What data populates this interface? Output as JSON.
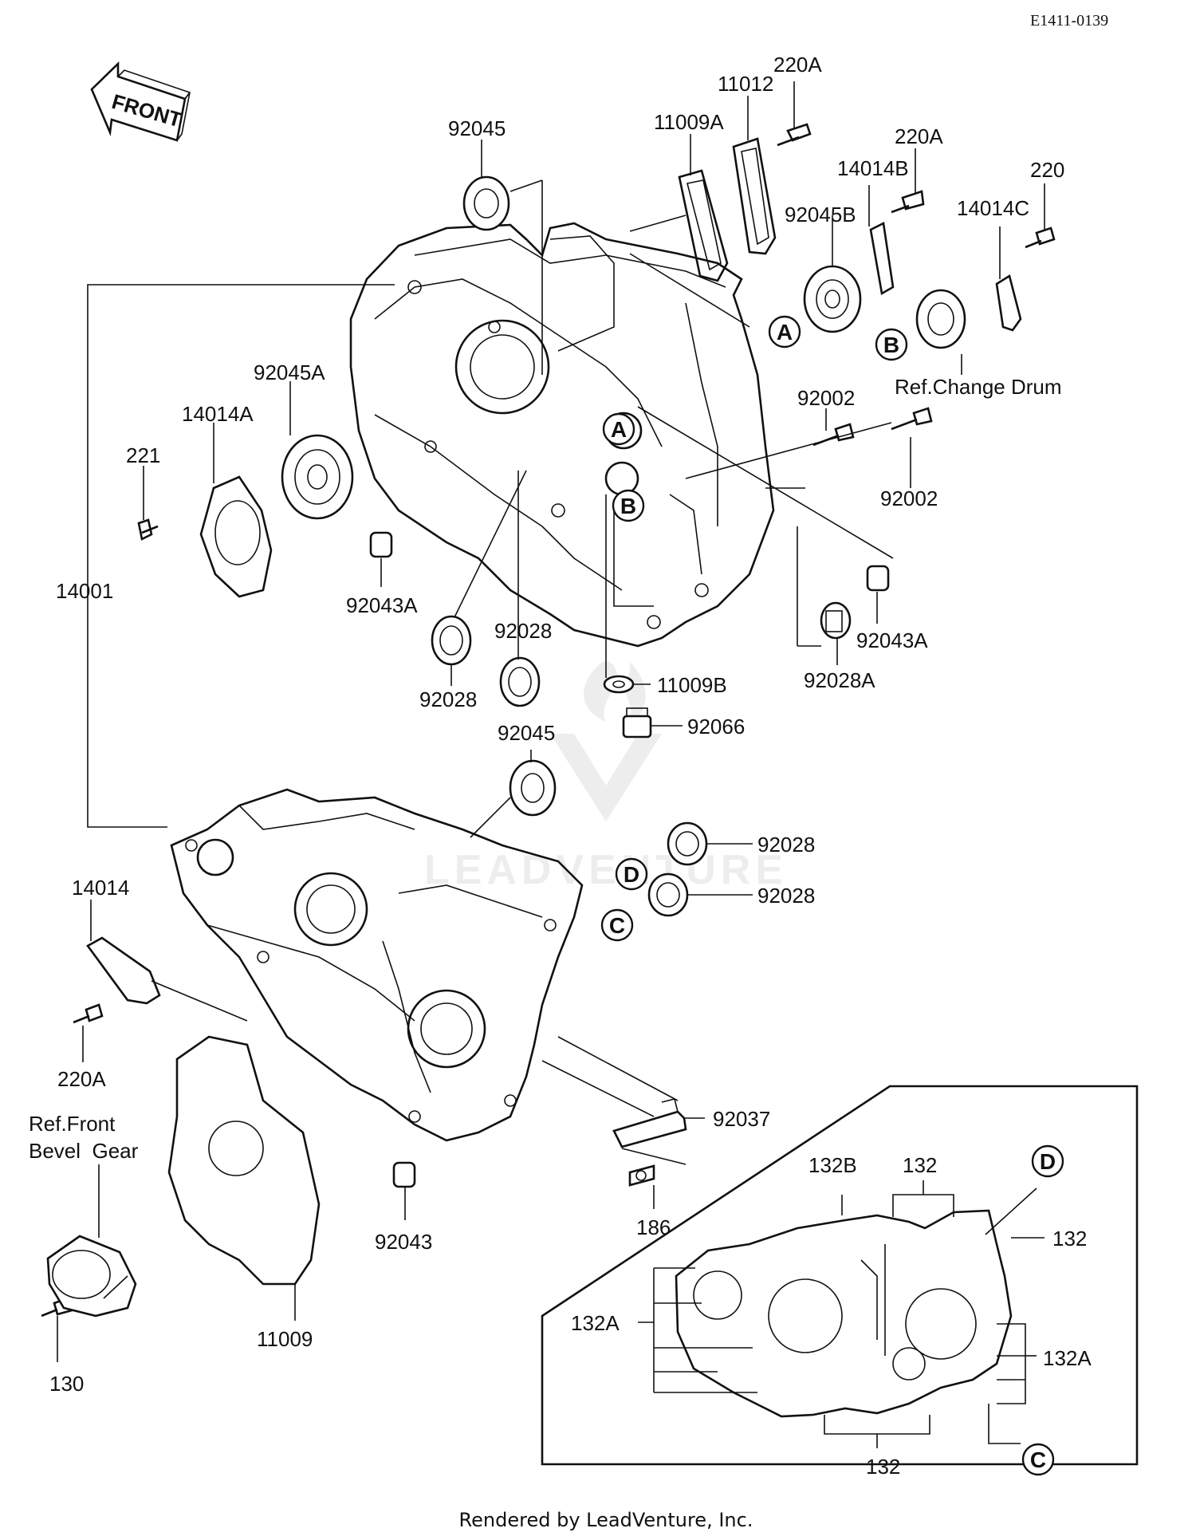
{
  "header": {
    "code": "E1411-0139"
  },
  "front_arrow": {
    "label": "FRONT"
  },
  "footer": {
    "text": "Rendered by LeadVenture, Inc."
  },
  "parts": [
    {
      "id": "p220A_top",
      "text": "220A"
    },
    {
      "id": "p11012",
      "text": "11012"
    },
    {
      "id": "p11009A",
      "text": "11009A"
    },
    {
      "id": "p92045_top",
      "text": "92045"
    },
    {
      "id": "p220A_mid",
      "text": "220A"
    },
    {
      "id": "p14014B",
      "text": "14014B"
    },
    {
      "id": "p220",
      "text": "220"
    },
    {
      "id": "p92045B",
      "text": "92045B"
    },
    {
      "id": "p14014C",
      "text": "14014C"
    },
    {
      "id": "p92045A",
      "text": "92045A"
    },
    {
      "id": "p14014A",
      "text": "14014A"
    },
    {
      "id": "p221",
      "text": "221"
    },
    {
      "id": "p92002_a",
      "text": "92002"
    },
    {
      "id": "p92002_b",
      "text": "92002"
    },
    {
      "id": "p14001",
      "text": "14001"
    },
    {
      "id": "p92043A_left",
      "text": "92043A"
    },
    {
      "id": "p92043A_right",
      "text": "92043A"
    },
    {
      "id": "p92028_a",
      "text": "92028"
    },
    {
      "id": "p92028_b",
      "text": "92028"
    },
    {
      "id": "p92028A",
      "text": "92028A"
    },
    {
      "id": "p11009B",
      "text": "11009B"
    },
    {
      "id": "p92066",
      "text": "92066"
    },
    {
      "id": "p92045_mid",
      "text": "92045"
    },
    {
      "id": "p92028_c",
      "text": "92028"
    },
    {
      "id": "p92028_d",
      "text": "92028"
    },
    {
      "id": "p14014",
      "text": "14014"
    },
    {
      "id": "p220A_low",
      "text": "220A"
    },
    {
      "id": "p92037",
      "text": "92037"
    },
    {
      "id": "p92043",
      "text": "92043"
    },
    {
      "id": "p186",
      "text": "186"
    },
    {
      "id": "p11009",
      "text": "11009"
    },
    {
      "id": "p130",
      "text": "130"
    },
    {
      "id": "p132B",
      "text": "132B"
    },
    {
      "id": "p132_top",
      "text": "132"
    },
    {
      "id": "p132_right",
      "text": "132"
    },
    {
      "id": "p132A_left",
      "text": "132A"
    },
    {
      "id": "p132A_right",
      "text": "132A"
    },
    {
      "id": "p132_bottom",
      "text": "132"
    }
  ],
  "refs": {
    "change_drum": "Ref.Change Drum",
    "front_bevel_1": "Ref.Front",
    "front_bevel_2": "Bevel  Gear"
  },
  "callouts": {
    "A_top": "A",
    "B_top": "B",
    "A_case": "A",
    "B_case": "B",
    "D_mid": "D",
    "C_mid": "C",
    "D_inset": "D",
    "C_inset": "C"
  },
  "watermark": {
    "text": "LEADVENTURE"
  }
}
